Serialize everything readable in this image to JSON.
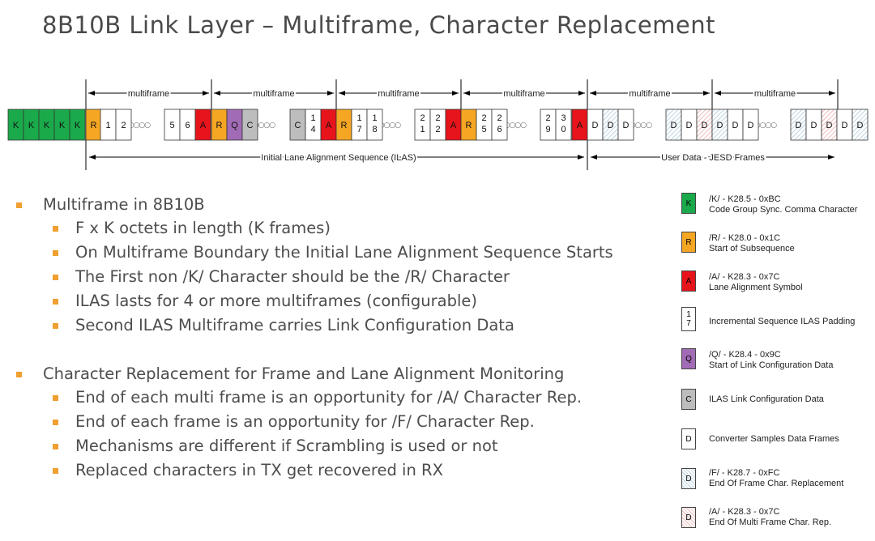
{
  "title": "8B10B Link Layer – Multiframe, Character Replacement",
  "diagram": {
    "multiframe_label": "multiframe",
    "ilas_label": "Initial Lane Alignment Sequence (ILAS)",
    "user_data_label": "User Data - JESD Frames",
    "dots": "○○○○○",
    "cells": [
      {
        "t": "K",
        "c": "green"
      },
      {
        "t": "K",
        "c": "green"
      },
      {
        "t": "K",
        "c": "green"
      },
      {
        "t": "K",
        "c": "green"
      },
      {
        "t": "K",
        "c": "green"
      },
      {
        "t": "R",
        "c": "orange"
      },
      {
        "t": "1",
        "c": "white"
      },
      {
        "t": "2",
        "c": "white"
      },
      {
        "t": "5",
        "c": "white"
      },
      {
        "t": "6",
        "c": "white"
      },
      {
        "t": "A",
        "c": "red"
      },
      {
        "t": "R",
        "c": "orange"
      },
      {
        "t": "Q",
        "c": "purple"
      },
      {
        "t": "C",
        "c": "gray"
      },
      {
        "t": "C",
        "c": "gray"
      },
      {
        "t": "1|4",
        "c": "white"
      },
      {
        "t": "A",
        "c": "red"
      },
      {
        "t": "R",
        "c": "orange"
      },
      {
        "t": "1|7",
        "c": "white"
      },
      {
        "t": "1|8",
        "c": "white"
      },
      {
        "t": "2|1",
        "c": "white"
      },
      {
        "t": "2|2",
        "c": "white"
      },
      {
        "t": "A",
        "c": "red"
      },
      {
        "t": "R",
        "c": "orange"
      },
      {
        "t": "2|5",
        "c": "white"
      },
      {
        "t": "2|6",
        "c": "white"
      },
      {
        "t": "2|9",
        "c": "white"
      },
      {
        "t": "3|0",
        "c": "white"
      },
      {
        "t": "A",
        "c": "red"
      },
      {
        "t": "D",
        "c": "white"
      },
      {
        "t": "D",
        "c": "blue"
      },
      {
        "t": "D",
        "c": "white"
      },
      {
        "t": "D",
        "c": "blue"
      },
      {
        "t": "D",
        "c": "white"
      },
      {
        "t": "D",
        "c": "red-hatch"
      },
      {
        "t": "D",
        "c": "blue"
      },
      {
        "t": "D",
        "c": "white"
      },
      {
        "t": "D",
        "c": "white"
      },
      {
        "t": "D",
        "c": "blue"
      },
      {
        "t": "D",
        "c": "white"
      },
      {
        "t": "D",
        "c": "red-hatch"
      },
      {
        "t": "D",
        "c": "white"
      },
      {
        "t": "D",
        "c": "blue"
      }
    ]
  },
  "bullets": [
    {
      "text": "Multiframe in 8B10B",
      "children": [
        "F x K octets in length (K frames)",
        "On Multiframe Boundary the Initial Lane Alignment Sequence Starts",
        "The First non /K/ Character should be the /R/ Character",
        "ILAS lasts for 4 or more multiframes (configurable)",
        "Second ILAS Multiframe carries Link Configuration Data"
      ]
    },
    {
      "text": "Character Replacement for Frame and Lane Alignment Monitoring",
      "children": [
        "End of each multi frame is an opportunity for /A/ Character Rep.",
        "End of each frame is an opportunity for /F/ Character Rep.",
        "Mechanisms are different if Scrambling is used or not",
        "Replaced characters in TX get recovered in RX"
      ]
    }
  ],
  "legend": [
    {
      "box": "K",
      "line1": "/K/ - K28.5 - 0xBC",
      "line2": "Code Group Sync. Comma Character"
    },
    {
      "box": "R",
      "line1": "/R/ - K28.0 - 0x1C",
      "line2": "Start of Subsequence"
    },
    {
      "box": "A",
      "line1": "/A/ - K28.3 - 0x7C",
      "line2": "Lane Alignment Symbol"
    },
    {
      "box": "1|7",
      "line1": "Incremental Sequence ILAS Padding",
      "line2": ""
    },
    {
      "box": "Q",
      "line1": "/Q/ - K28.4 - 0x9C",
      "line2": "Start of Link Configuration Data"
    },
    {
      "box": "C",
      "line1": "ILAS Link Configuration Data",
      "line2": ""
    },
    {
      "box": "D",
      "line1": "Converter Samples Data Frames",
      "line2": ""
    },
    {
      "box": "D",
      "line1": "/F/ - K28.7 - 0xFC",
      "line2": "End Of Frame Char. Replacement"
    },
    {
      "box": "D",
      "line1": "/A/ - K28.3 - 0x7C",
      "line2": "End Of Multi Frame Char. Rep."
    }
  ],
  "colors": {
    "green": "#1aaa4b",
    "orange": "#f5a623",
    "red": "#e8141b",
    "purple": "#a26bb5",
    "gray": "#bdbdbd",
    "blue_hatch": "#b9d3e3",
    "red_hatch": "#f1b8b8",
    "bullet": "#f0a030"
  }
}
